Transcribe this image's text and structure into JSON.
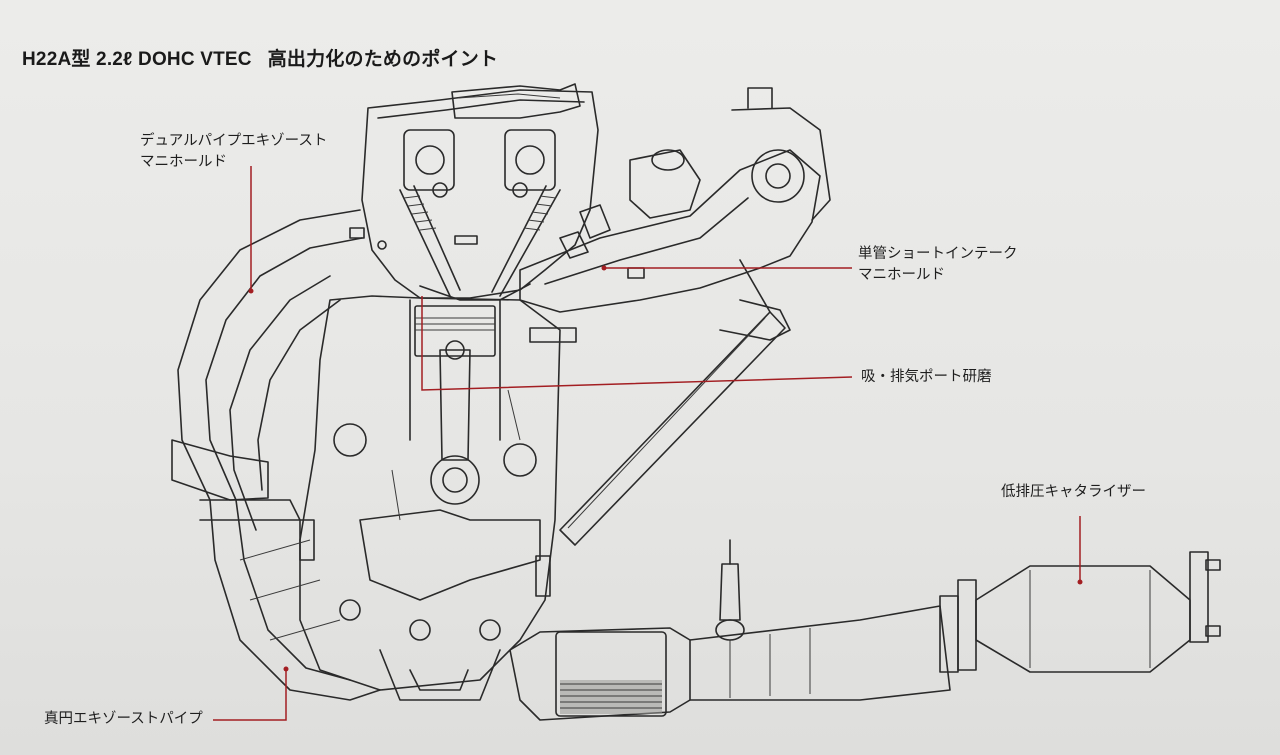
{
  "title": {
    "model": "H22A型 2.2ℓ DOHC VTEC",
    "subtitle": "高出力化のためのポイント"
  },
  "callouts": {
    "dual_exhaust_manifold": [
      "デュアルパイプエキゾースト",
      "マニホールド"
    ],
    "single_intake_manifold": [
      "単管ショートインテーク",
      "マニホールド"
    ],
    "port_polishing": [
      "吸・排気ポート研磨"
    ],
    "low_restriction_catalyst": [
      "低排圧キャタライザー"
    ],
    "round_exhaust_pipe": [
      "真円エキゾーストパイプ"
    ]
  },
  "colors": {
    "leader": "#a31e22",
    "linework": "#2a2a2a",
    "paper": "#e7e7e5"
  }
}
